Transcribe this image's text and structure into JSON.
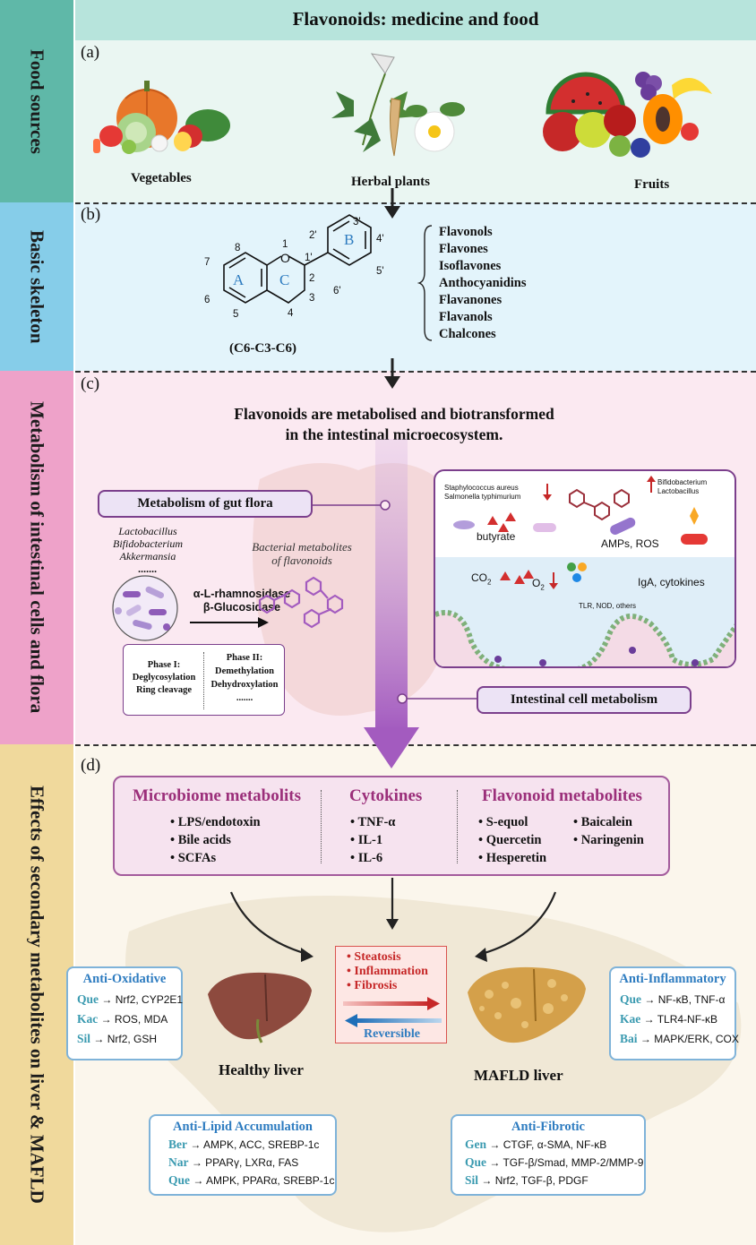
{
  "title": "Flavonoids: medicine and food",
  "sections": {
    "a": {
      "letter": "(a)",
      "side_label": "Food sources",
      "sources": [
        "Vegetables",
        "Herbal plants",
        "Fruits"
      ]
    },
    "b": {
      "letter": "(b)",
      "side_label": "Basic skeleton",
      "ring_labels": {
        "A": "A",
        "B": "B",
        "C": "C"
      },
      "atom_numbers": [
        "1",
        "2",
        "3",
        "4",
        "5",
        "6",
        "7",
        "8",
        "1'",
        "2'",
        "3'",
        "4'",
        "5'",
        "6'"
      ],
      "oxygen": "O",
      "skeleton_caption": "(C6-C3-C6)",
      "classes": [
        "Flavonols",
        "Flavones",
        "Isoflavones",
        "Anthocyanidins",
        "Flavanones",
        "Flavanols",
        "Chalcones"
      ]
    },
    "c": {
      "letter": "(c)",
      "side_label": "Metabolism of intestinal cells and flora",
      "heading_line1": "Flavonoids are metabolised and biotransformed",
      "heading_line2": "in the intestinal microecosystem.",
      "gut_flora_label": "Metabolism of gut flora",
      "bacteria": [
        "Lactobacillus",
        "Bifidobacterium",
        "Akkermansia",
        "......."
      ],
      "enzymes": [
        "α-L-rhamnosidase",
        "β-Glucosidase"
      ],
      "bacterial_metabolites_line1": "Bacterial metabolites",
      "bacterial_metabolites_line2": "of flavonoids",
      "phase1": {
        "title": "Phase I:",
        "items": [
          "Deglycosylation",
          "Ring cleavage"
        ]
      },
      "phase2": {
        "title": "Phase II:",
        "items": [
          "Demethylation",
          "Dehydroxylation",
          "......."
        ]
      },
      "intestinal_cell_label": "Intestinal cell metabolism",
      "panel": {
        "pathogens": [
          "Staphylococcus aureus",
          "Salmonella typhimurium"
        ],
        "beneficial": [
          "Bifidobacterium",
          "Lactobacillus"
        ],
        "butyrate": "butyrate",
        "co2": "CO",
        "co2_sub": "2",
        "o2": "O",
        "o2_sub": "2",
        "amps": "AMPs, ROS",
        "iga": "IgA, cytokines",
        "receptors": "TLR, NOD, others"
      }
    },
    "d": {
      "letter": "(d)",
      "side_label": "Effects of secondary metabolites on liver & MAFLD",
      "microbiome": {
        "title": "Microbiome metabolits",
        "items": [
          "LPS/endotoxin",
          "Bile acids",
          "SCFAs"
        ]
      },
      "cytokines": {
        "title": "Cytokines",
        "items": [
          "TNF-α",
          "IL-1",
          "IL-6"
        ]
      },
      "flavonoid_metabolites": {
        "title": "Flavonoid metabolites",
        "col1": [
          "S-equol",
          "Quercetin",
          "Hesperetin"
        ],
        "col2": [
          "Baicalein",
          "Naringenin"
        ]
      },
      "center_box": {
        "items": [
          "Steatosis",
          "Inflammation",
          "Fibrosis"
        ],
        "reversible": "Reversible"
      },
      "healthy_liver": "Healthy liver",
      "mafld_liver": "MAFLD liver",
      "anti_oxidative": {
        "title": "Anti-Oxidative",
        "rows": [
          {
            "abbr": "Que",
            "text": "→ Nrf2, CYP2E1"
          },
          {
            "abbr": "Kac",
            "text": "→ ROS, MDA"
          },
          {
            "abbr": "Sil",
            "text": "→ Nrf2, GSH"
          }
        ]
      },
      "anti_inflammatory": {
        "title": "Anti-Inflammatory",
        "rows": [
          {
            "abbr": "Que",
            "text": "→ NF-κB, TNF-α"
          },
          {
            "abbr": "Kae",
            "text": "→ TLR4-NF-κB"
          },
          {
            "abbr": "Bai",
            "text": "→ MAPK/ERK, COX"
          }
        ]
      },
      "anti_lipid": {
        "title": "Anti-Lipid Accumulation",
        "rows": [
          {
            "abbr": "Ber",
            "text": "→ AMPK, ACC, SREBP-1c"
          },
          {
            "abbr": "Nar",
            "text": "→ PPARγ, LXRα, FAS"
          },
          {
            "abbr": "Que",
            "text": "→ AMPK, PPARα, SREBP-1c"
          }
        ]
      },
      "anti_fibrotic": {
        "title": "Anti-Fibrotic",
        "rows": [
          {
            "abbr": "Gen",
            "text": "→ CTGF, α-SMA, NF-κB"
          },
          {
            "abbr": "Que",
            "text": "→ TGF-β/Smad, MMP-2/MMP-9"
          },
          {
            "abbr": "Sil",
            "text": "→ Nrf2, TGF-β, PDGF"
          }
        ]
      }
    }
  },
  "colors": {
    "section_a": "#5fb8a8",
    "section_b": "#86cde9",
    "section_c": "#eea2c9",
    "section_d": "#f0d99c",
    "purple_accent": "#9b2f7a",
    "red_text": "#c62828",
    "blue_text": "#2e7cc0"
  }
}
